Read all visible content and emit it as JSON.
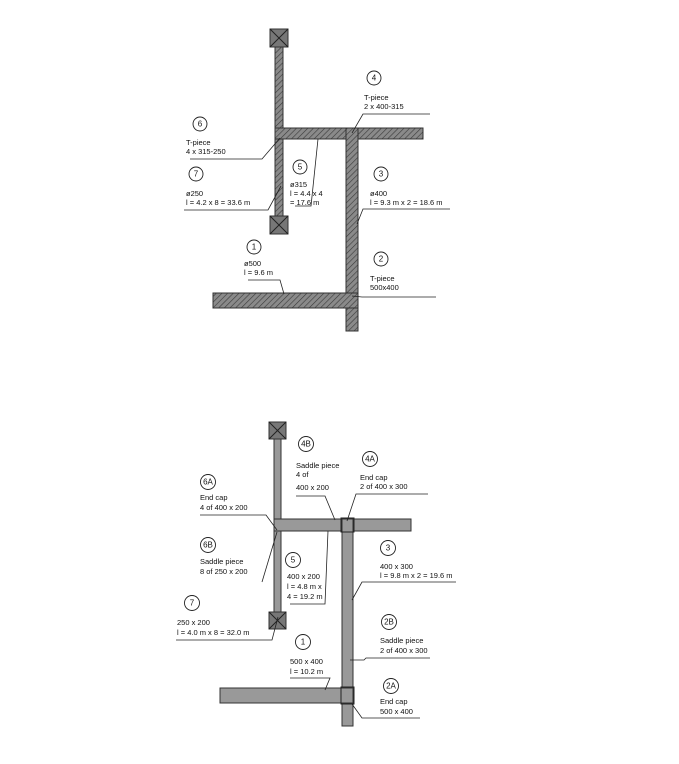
{
  "colors": {
    "duct_fill": "#8a8a8a",
    "duct_fill_flat": "#999999",
    "line": "#222222",
    "background": "#ffffff"
  },
  "diagram_top": {
    "labels": {
      "6": {
        "num": "6",
        "lines": [
          "T-piece",
          "4 x 315-250"
        ]
      },
      "4": {
        "num": "4",
        "lines": [
          "T-piece",
          "2 x 400-315"
        ]
      },
      "7": {
        "num": "7",
        "lines": [
          "ø250",
          "l = 4.2 x 8 = 33.6 m"
        ]
      },
      "5": {
        "num": "5",
        "lines": [
          "ø315",
          "l = 4.4 x 4",
          "= 17.6 m"
        ]
      },
      "3": {
        "num": "3",
        "lines": [
          "ø400",
          "l = 9.3 m x 2 = 18.6 m"
        ]
      },
      "1": {
        "num": "1",
        "lines": [
          "ø500",
          "l = 9.6 m"
        ]
      },
      "2": {
        "num": "2",
        "lines": [
          "T-piece",
          "500x400"
        ]
      }
    }
  },
  "diagram_bottom": {
    "labels": {
      "4B": {
        "num": "4B",
        "lines": [
          "Saddle piece",
          "4 of",
          "400 x 200"
        ]
      },
      "4A": {
        "num": "4A",
        "lines": [
          "End cap",
          "2 of 400 x 300"
        ]
      },
      "6A": {
        "num": "6A",
        "lines": [
          "End cap",
          "4 of 400 x 200"
        ]
      },
      "6B": {
        "num": "6B",
        "lines": [
          "Saddle piece",
          "8 of 250 x 200"
        ]
      },
      "5": {
        "num": "5",
        "lines": [
          "400 x 200",
          "l = 4.8 m x",
          "4 = 19.2 m"
        ]
      },
      "3": {
        "num": "3",
        "lines": [
          "400 x 300",
          "l = 9.8 m x 2 = 19.6 m"
        ]
      },
      "7": {
        "num": "7",
        "lines": [
          "250 x 200",
          "l = 4.0 m x 8 = 32.0 m"
        ]
      },
      "1": {
        "num": "1",
        "lines": [
          "500 x 400",
          "l = 10.2 m"
        ]
      },
      "2B": {
        "num": "2B",
        "lines": [
          "Saddle piece",
          "2 of 400 x 300"
        ]
      },
      "2A": {
        "num": "2A",
        "lines": [
          "End cap",
          "500 x 400"
        ]
      }
    }
  }
}
